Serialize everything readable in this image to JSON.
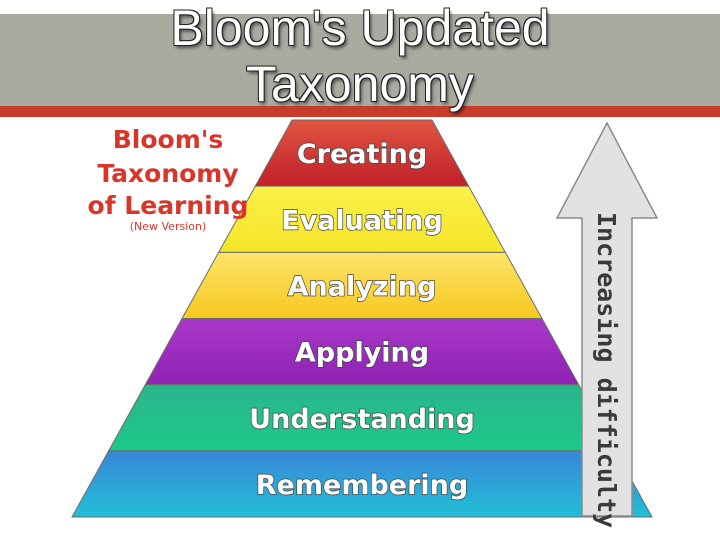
{
  "slide_title": [
    "Bloom's Updated",
    "Taxonomy"
  ],
  "diagram": {
    "heading_lines": [
      "Bloom's",
      "Taxonomy",
      "of Learning"
    ],
    "subheading": "(New Version)",
    "arrow_label": "Increasing difficulty",
    "levels": [
      {
        "label": "Creating",
        "color_top": "#e05540",
        "color_bottom": "#c0202a"
      },
      {
        "label": "Evaluating",
        "color_top": "#fbf047",
        "color_bottom": "#f5e62a"
      },
      {
        "label": "Analyzing",
        "color_top": "#fde46a",
        "color_bottom": "#f7c81f"
      },
      {
        "label": "Applying",
        "color_top": "#a838c8",
        "color_bottom": "#8f22b4"
      },
      {
        "label": "Understanding",
        "color_top": "#2ab58c",
        "color_bottom": "#1dc98a"
      },
      {
        "label": "Remembering",
        "color_top": "#3a86d8",
        "color_bottom": "#22bfd6"
      }
    ]
  },
  "colors": {
    "header_band": "#a7aba0",
    "header_rule": "#c93c2c",
    "heading": "#d9362b",
    "arrow_fill": "#e2e2e2"
  }
}
